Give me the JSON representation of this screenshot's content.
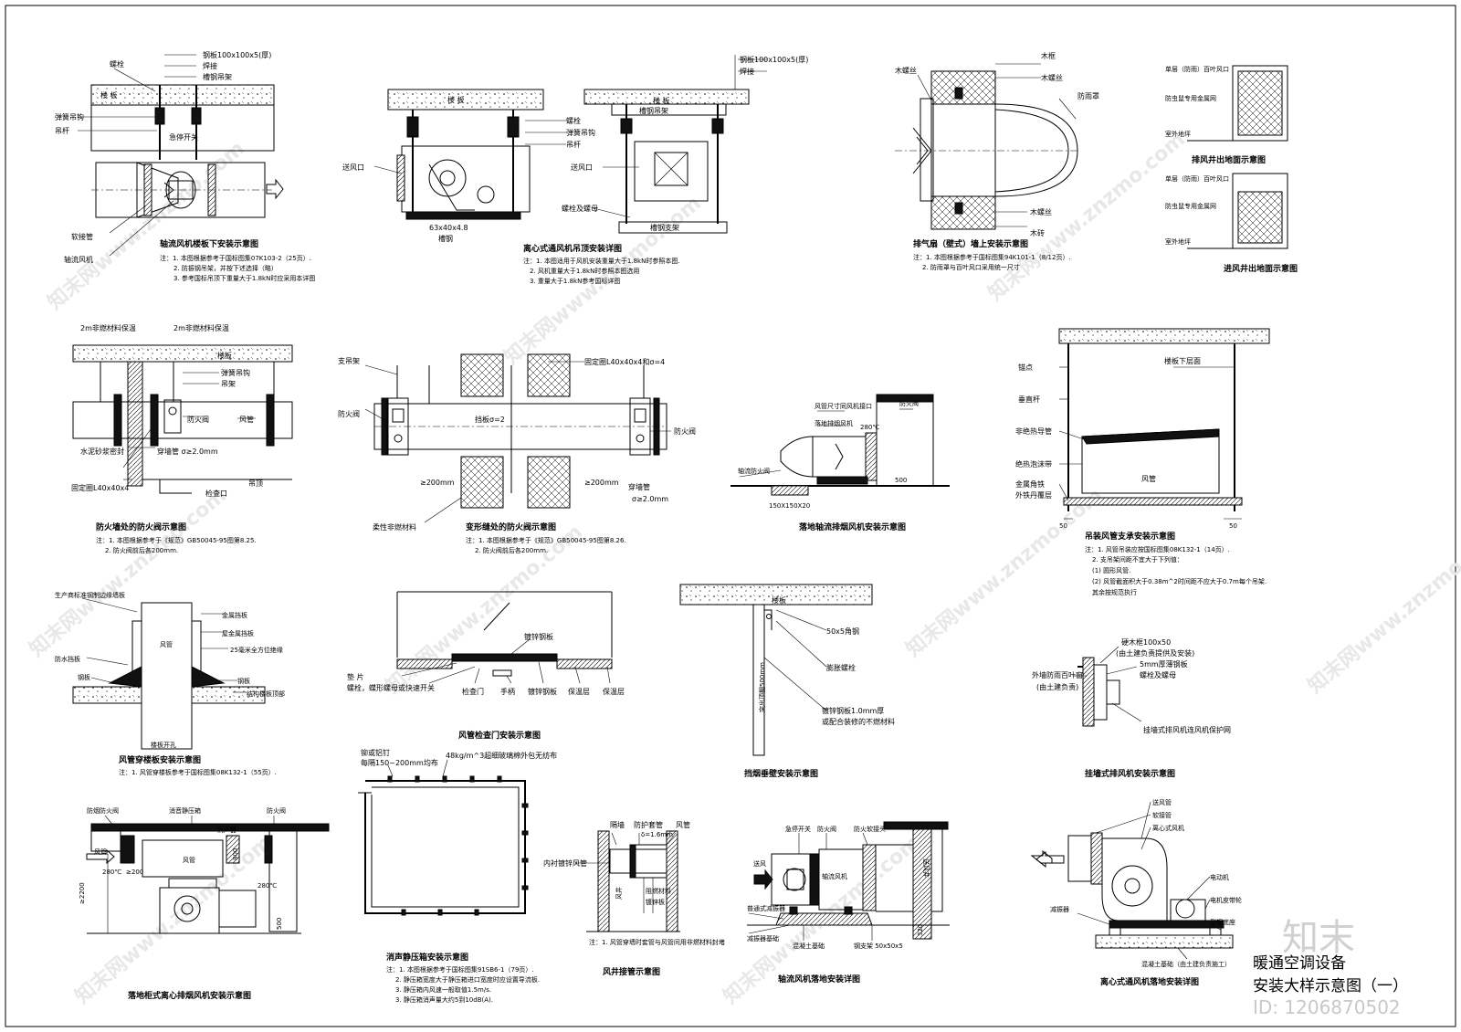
{
  "sheet": {
    "title_line1": "暖通空调设备",
    "title_line2": "安装大样示意图（一）",
    "logo_text": "知末",
    "id_text": "ID: 1206870502",
    "watermark": "知末网www.znzmo.com"
  },
  "d1": {
    "caption": "轴流风机楼板下安装示意图",
    "labels": [
      "钢板100x100x5(厚)",
      "焊接",
      "槽钢吊架",
      "螺栓",
      "楼 板",
      "弹簧吊钩",
      "吊杆",
      "急停开关",
      "软接管",
      "轴流风机"
    ],
    "notes": [
      "注：1. 本图根据参考于国标图集07K103-2（25页）.",
      "2. 防振钢吊架，并按下述选择（略）",
      "3. 参考国标吊顶下重量大于1.8kN时应采用本详图"
    ]
  },
  "d2": {
    "caption": "离心式通风机吊顶安装详图",
    "labels": [
      "钢板100x100x5(厚)",
      "焊接",
      "楼 板",
      "槽钢吊架",
      "螺栓",
      "弹簧吊钩",
      "吊杆",
      "送风口",
      "送风口",
      "螺栓及螺母",
      "63x40x4.8",
      "槽钢",
      "槽钢支架",
      "楼 板"
    ],
    "notes": [
      "注：1. 本图适用于风机安装重量大于1.8kN时参照本图.",
      "2. 风机重量大于1.8kN时参照本图选用",
      "3. 重量大于1.8kN参考国标详图"
    ]
  },
  "d3": {
    "caption": "排气扇（壁式）墙上安装示意图",
    "labels": [
      "木螺丝",
      "木框",
      "木螺丝",
      "防雨罩",
      "木螺丝",
      "木砖"
    ],
    "notes": [
      "注：1. 本图根据参考于国标图集94K101-1（8/12页）.",
      "2. 防雨罩与百叶风口采用统一尺寸"
    ]
  },
  "d4": {
    "caption_top": "排风井出地面示意图",
    "caption_bottom": "进风井出地面示意图",
    "labels": [
      "单层（防雨）百叶风口",
      "防虫鼠专用金属网",
      "室外地坪",
      "单层（防雨）百叶风口",
      "防虫鼠专用金属网",
      "室外地坪"
    ]
  },
  "d5": {
    "caption": "防火墙处的防火阀示意图",
    "labels": [
      "2m非燃材料保温",
      "2m非燃材料保温",
      "楼板",
      "弹簧吊钩",
      "吊架",
      "防火阀",
      "风管",
      "水泥砂浆密封",
      "穿墙管 σ≥2.0mm",
      "固定圈L40x40x4",
      "检查口",
      "吊顶"
    ],
    "notes": [
      "注：1. 本图根据参考于《规范》GB50045-95图第8.25.",
      "2. 防火阀前后各200mm."
    ]
  },
  "d6": {
    "caption": "变形缝处的防火阀示意图",
    "labels": [
      "支吊架",
      "固定圈L40x40x4和σ=4",
      "防火阀",
      "挡板σ=2",
      "防火阀",
      "≥200mm",
      "≥200mm",
      "穿墙管",
      "σ≥2.0mm",
      "柔性非燃材料"
    ],
    "notes": [
      "注：1. 本图根据参考于《规范》GB50045-95图第8.26.",
      "2. 防火阀前后各200mm."
    ]
  },
  "d7": {
    "caption": "落地轴流排烟风机安装示意图",
    "labels": [
      "风管尺寸同风机接口",
      "防火阀",
      "280℃",
      "落地排烟风机",
      "轴流防火阀",
      "500",
      "150X150X20"
    ]
  },
  "d8": {
    "caption": "吊装风管支承安装示意图",
    "labels": [
      "锚点",
      "楼板下层面",
      "垂直杆",
      "非绝热导管",
      "绝热泡沫带",
      "金属角铁",
      "外铁丹覆层",
      "风管",
      "50",
      "50"
    ],
    "notes": [
      "注：1. 风管吊装应按国标图集08K132-1（14页）.",
      "2. 支吊架间距不宜大于下列值：",
      "(1) 圆形风管.",
      "(2) 风管截面积大于0.38m^2时间距不应大于0.7m每个吊架.",
      "其余按规范执行"
    ]
  },
  "d9": {
    "caption": "风管穿楼板安装示意图",
    "labels": [
      "生产商标准钢制边缘墙板",
      "金属挡板",
      "屋金属挡板",
      "25毫米全方位绝缘",
      "防水挡板",
      "钢板",
      "风管",
      "钢板",
      "结构楼板顶部",
      "楼板开孔"
    ],
    "notes": [
      "注：1. 风管穿楼板参考于国标图集08K132-1（55页）."
    ]
  },
  "d10": {
    "caption": "风管检查门安装示意图",
    "labels": [
      "镀锌钢板",
      "垫 片",
      "螺栓，蝶形螺母或快速开关",
      "检查门",
      "手柄",
      "镀锌钢板",
      "保温层",
      "保温层"
    ]
  },
  "d11": {
    "caption": "挡烟垂壁安装示意图",
    "labels": [
      "楼板",
      "50x5角钢",
      "膨胀螺栓",
      "突出顶棚500mm",
      "镀锌钢板1.0mm厚",
      "或配合装修的不燃材料"
    ]
  },
  "d12": {
    "caption": "挂墙式排风机安装示意图",
    "labels": [
      "硬木框100x50",
      "(由土建负责提供及安装)",
      "5mm厚薄钢板",
      "螺栓及螺母",
      "外墙防雨百叶窗",
      "(由土建负责)",
      "挂墙式排风机连风机保护网"
    ]
  },
  "d13": {
    "caption": "落地柜式离心排烟风机安装示意图",
    "labels": [
      "防烟防火阀",
      "消音静压箱",
      "风管",
      "消声器",
      "防火阀",
      "280℃",
      "≥200",
      "风管",
      "800",
      "280℃",
      "≥2200",
      "500"
    ]
  },
  "d14": {
    "caption": "消声静压箱安装示意图",
    "labels": [
      "铆或铝钉",
      "每隔150~200mm均布",
      "48kg/m^3超细玻璃棉外包无纺布"
    ],
    "notes": [
      "注：1. 本图根据参考于国标图集91SB6-1（79页）.",
      "2. 静压箱宽度大于静压箱进口宽度时应设置导流板.",
      "3. 静压箱内风速一般取值1.5m/s.",
      "3. 静压箱消声量大约5到10dB(A)."
    ]
  },
  "d15": {
    "caption": "风井接管示意图",
    "labels": [
      "隔墙",
      "防护套管",
      "风管",
      "δ=1.6mm",
      "内衬镀锌风管",
      "风井",
      "阻燃材料",
      "镀锌板"
    ],
    "notes": [
      "注：1. 风管穿墙时套管与风管间用非燃材料封堵"
    ]
  },
  "d16": {
    "caption": "轴流风机落地安装详图",
    "labels": [
      "急停开关",
      "防火阀",
      "送风",
      "防火软接头",
      "轴流风机",
      "送风井",
      "320",
      "普通式减振器",
      "减振器基础",
      "混凝土基础",
      "钢支架 50x50x5"
    ]
  },
  "d17": {
    "caption": "离心式通风机落地安装详图",
    "labels": [
      "送风管",
      "软接管",
      "离心式风机",
      "电动机",
      "电机皮带轮",
      "减振器",
      "型钢底座",
      "混凝土基础（由土建负责施工）"
    ]
  }
}
